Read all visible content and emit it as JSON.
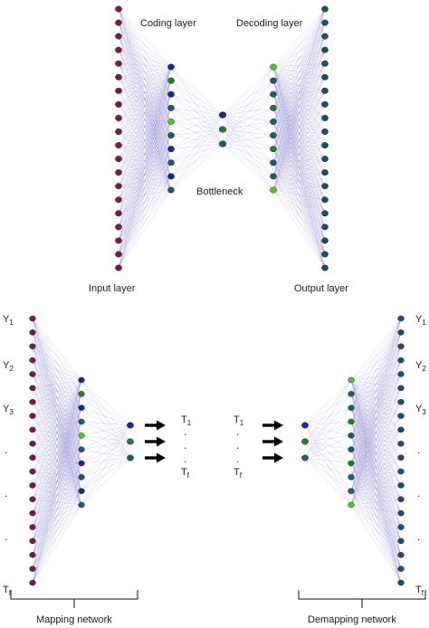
{
  "labels": {
    "coding_layer": "Coding layer",
    "decoding_layer": "Decoding layer",
    "bottleneck": "Bottleneck",
    "input_layer": "Input layer",
    "output_layer": "Output layer",
    "mapping_network": "Mapping network",
    "demapping_network": "Demapping network"
  },
  "left_seq": {
    "y1": "Y",
    "y1_sub": "1",
    "y2": "Y",
    "y2_sub": "2",
    "y3": "Y",
    "y3_sub": "3",
    "dots": ".",
    "yf": "T",
    "yf_sub": "f"
  },
  "right_seq": {
    "y1": "Y",
    "y1_sub": "1",
    "y2": "Y",
    "y2_sub": "2",
    "y3": "Y",
    "y3_sub": "3",
    "dots": ".",
    "yf": "T",
    "yf_sub": "f"
  },
  "t_values": {
    "t1": "T",
    "t1_sub": "1",
    "dot": ".",
    "tf": "T",
    "tf_sub": "f"
  },
  "colors": {
    "input_node": "#7a1a4a",
    "output_node": "#1f4f66",
    "hidden_blue": "#1b2a8c",
    "hidden_green": "#2b7a2b",
    "hidden_bright": "#49c82b",
    "hidden_teal": "#1f5c6a",
    "edge_blue": "#6d72d9",
    "edge_red": "#d98a8a",
    "arrow": "#000000"
  }
}
